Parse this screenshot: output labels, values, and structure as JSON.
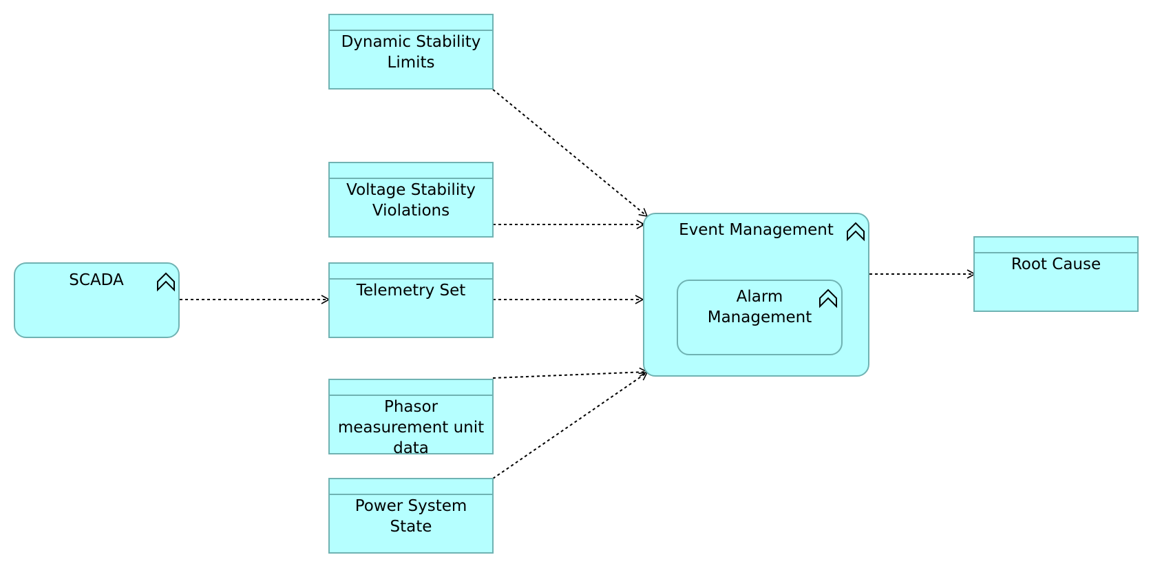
{
  "nodes": {
    "scada": {
      "label": "SCADA",
      "icon": "process-chevron-icon"
    },
    "dynamic_stability": {
      "label": "Dynamic Stability\nLimits"
    },
    "voltage_stability": {
      "label": "Voltage Stability\nViolations"
    },
    "telemetry": {
      "label": "Telemetry Set"
    },
    "phasor": {
      "label": "Phasor\nmeasurement unit\ndata"
    },
    "power_state": {
      "label": "Power System\nState"
    },
    "event_mgmt": {
      "label": "Event Management",
      "icon": "process-chevron-icon"
    },
    "alarm_mgmt": {
      "label": "Alarm\nManagement",
      "icon": "process-chevron-icon"
    },
    "root_cause": {
      "label": "Root Cause"
    }
  },
  "edges": [
    {
      "from": "scada",
      "to": "telemetry",
      "style": "dotted"
    },
    {
      "from": "dynamic_stability",
      "to": "event_mgmt",
      "style": "dotted"
    },
    {
      "from": "voltage_stability",
      "to": "event_mgmt",
      "style": "dotted"
    },
    {
      "from": "telemetry",
      "to": "event_mgmt",
      "style": "dotted"
    },
    {
      "from": "phasor",
      "to": "event_mgmt",
      "style": "dotted"
    },
    {
      "from": "power_state",
      "to": "event_mgmt",
      "style": "dotted"
    },
    {
      "from": "event_mgmt",
      "to": "root_cause",
      "style": "dotted"
    }
  ],
  "colors": {
    "fill": "#b5ffff",
    "border": "#6fb2b2",
    "line": "#000000"
  }
}
